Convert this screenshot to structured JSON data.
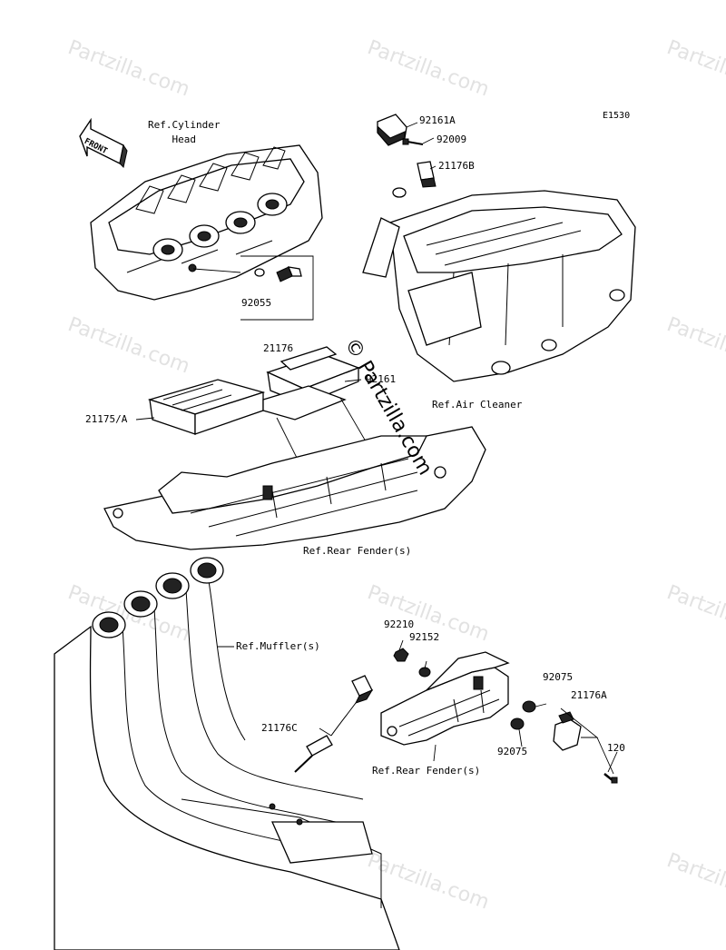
{
  "diagram_code": "E1530",
  "front_label": "FRONT",
  "watermark": "Partzilla.com",
  "copyright": "© Partzilla.com",
  "callouts": {
    "ref_cylinder_head": "Ref.Cylinder\nHead",
    "p92161A": "92161A",
    "p92009": "92009",
    "p21176B": "21176B",
    "p92055": "92055",
    "p21176": "21176",
    "p92161": "92161",
    "p21175A": "21175/A",
    "ref_air_cleaner": "Ref.Air Cleaner",
    "ref_rear_fender_top": "Ref.Rear Fender(s)",
    "p92210": "92210",
    "p92152": "92152",
    "ref_muffler": "Ref.Muffler(s)",
    "p92075a": "92075",
    "p21176A": "21176A",
    "p21176C": "21176C",
    "p92075b": "92075",
    "p120": "120",
    "ref_rear_fender_bottom": "Ref.Rear Fender(s)"
  }
}
